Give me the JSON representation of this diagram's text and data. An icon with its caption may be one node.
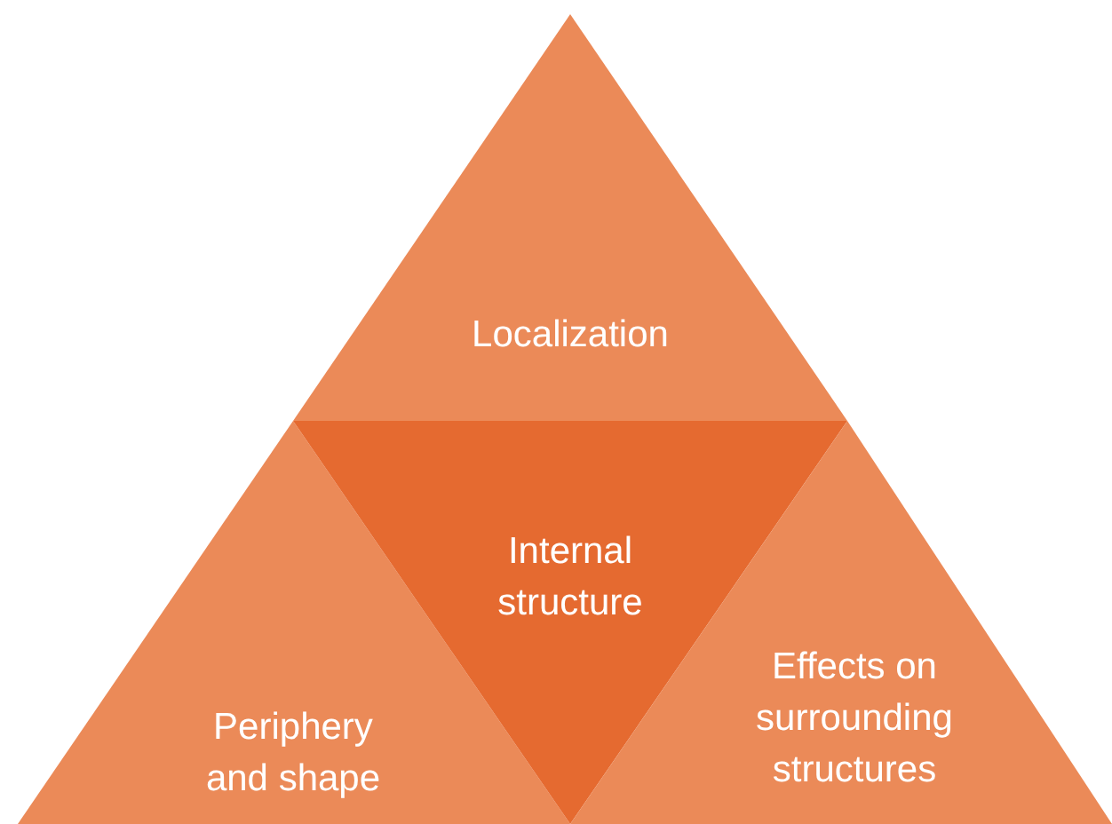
{
  "diagram": {
    "nodes": [
      {
        "text": [
          "Localization"
        ]
      },
      {
        "text": [
          "Periphery and shape"
        ]
      },
      {
        "text": [
          "Internal structure"
        ]
      },
      {
        "text": [
          "Effects on surrounding structures"
        ]
      }
    ]
  }
}
